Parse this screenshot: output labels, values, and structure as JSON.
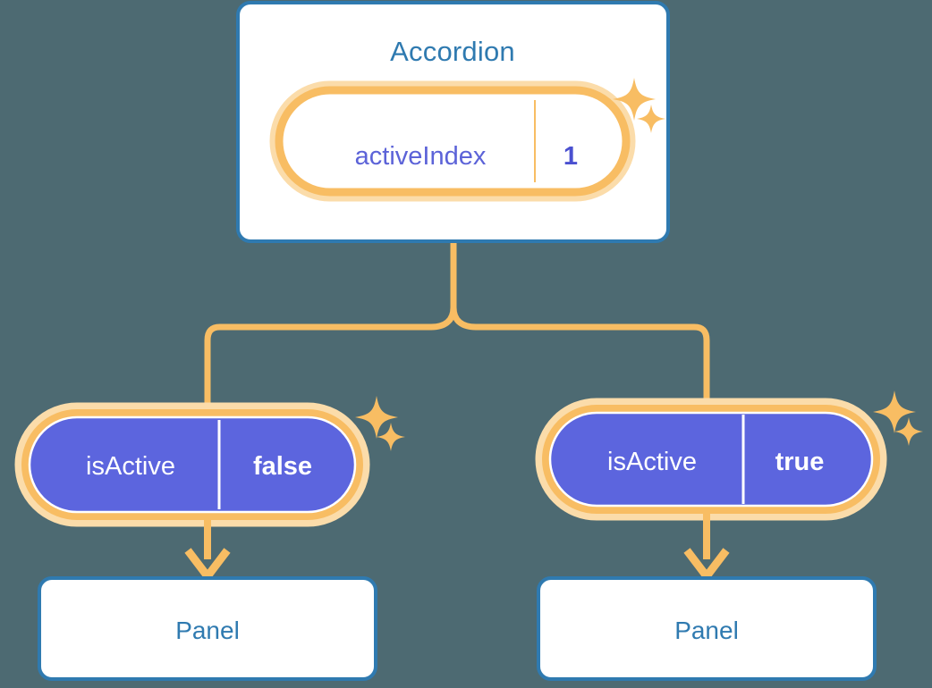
{
  "diagram": {
    "type": "component-tree",
    "background_color": "#4d6a72",
    "accent_orange": "#f8bd63",
    "accent_orange_glow": "#fbdcaa",
    "accent_blue": "#2f7ab0",
    "accent_purple": "#5c65de",
    "card_bg": "#ffffff",
    "root": {
      "title": "Accordion",
      "state_pill": {
        "key": "activeIndex",
        "value": "1",
        "style": "outlined",
        "highlight": true,
        "sparkles": 2
      }
    },
    "branches": [
      {
        "side": "left",
        "state_pill": {
          "key": "isActive",
          "value": "false",
          "style": "filled",
          "highlight": true,
          "sparkles": 2
        },
        "child": {
          "title": "Panel"
        }
      },
      {
        "side": "right",
        "state_pill": {
          "key": "isActive",
          "value": "true",
          "style": "filled",
          "highlight": true,
          "sparkles": 2
        },
        "child": {
          "title": "Panel"
        }
      }
    ],
    "connectors": {
      "root_to_branches": "orange-forked-line",
      "pill_to_panel": "orange-down-arrow"
    }
  }
}
